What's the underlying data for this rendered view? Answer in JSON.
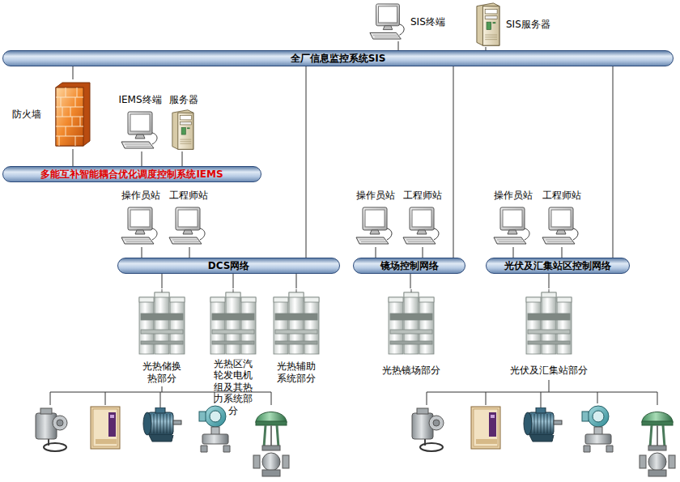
{
  "diagram": {
    "nodes": [
      {
        "text": [
          "SIS终端"
        ]
      },
      {
        "text": [
          "SIS服务器"
        ]
      },
      {
        "text": [
          "全厂信息监控系统SIS"
        ]
      },
      {
        "text": [
          "防火墙"
        ]
      },
      {
        "text": [
          "IEMS终端"
        ]
      },
      {
        "text": [
          "服务器"
        ]
      },
      {
        "text": [
          "多能互补智能耦合优化调度控制系统IEMS"
        ]
      },
      {
        "text": [
          "操作员站"
        ]
      },
      {
        "text": [
          "工程师站"
        ]
      },
      {
        "text": [
          "DCS网络"
        ]
      },
      {
        "text": [
          "操作员站"
        ]
      },
      {
        "text": [
          "工程师站"
        ]
      },
      {
        "text": [
          "镜场控制网络"
        ]
      },
      {
        "text": [
          "操作员站"
        ]
      },
      {
        "text": [
          "工程师站"
        ]
      },
      {
        "text": [
          "光伏及汇集站区控制网络"
        ]
      },
      {
        "text": [
          "光热储换热部分"
        ]
      },
      {
        "text": [
          "光热区汽轮发电机组及其热力系统部分"
        ]
      },
      {
        "text": [
          "光热辅助系统部分"
        ]
      },
      {
        "text": [
          "光热镜场部分"
        ]
      },
      {
        "text": [
          "光伏及汇集站部分"
        ]
      }
    ],
    "edges": [
      {
        "from": 0,
        "to": 2,
        "arrow": "none"
      },
      {
        "from": 1,
        "to": 2,
        "arrow": "none"
      },
      {
        "from": 2,
        "to": 3,
        "arrow": "none"
      },
      {
        "from": 3,
        "to": 6,
        "arrow": "none"
      },
      {
        "from": 4,
        "to": 6,
        "arrow": "none"
      },
      {
        "from": 5,
        "to": 6,
        "arrow": "none"
      },
      {
        "from": 7,
        "to": 9,
        "arrow": "none"
      },
      {
        "from": 8,
        "to": 9,
        "arrow": "none"
      },
      {
        "from": 2,
        "to": 9,
        "arrow": "none"
      },
      {
        "from": 10,
        "to": 12,
        "arrow": "none"
      },
      {
        "from": 11,
        "to": 12,
        "arrow": "none"
      },
      {
        "from": 2,
        "to": 12,
        "arrow": "none"
      },
      {
        "from": 13,
        "to": 15,
        "arrow": "none"
      },
      {
        "from": 14,
        "to": 15,
        "arrow": "none"
      },
      {
        "from": 2,
        "to": 15,
        "arrow": "none"
      },
      {
        "from": 9,
        "to": 16,
        "arrow": "none"
      },
      {
        "from": 9,
        "to": 17,
        "arrow": "none"
      },
      {
        "from": 9,
        "to": 18,
        "arrow": "none"
      },
      {
        "from": 12,
        "to": 19,
        "arrow": "none"
      },
      {
        "from": 15,
        "to": 20,
        "arrow": "none"
      }
    ]
  }
}
